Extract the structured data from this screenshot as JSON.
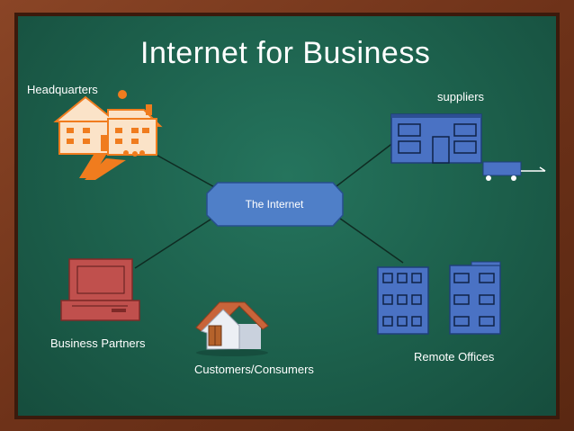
{
  "slide": {
    "title": "Internet for Business",
    "center_node": "The  Internet",
    "labels": {
      "headquarters": "Headquarters",
      "suppliers": "suppliers",
      "business_partners": "Business Partners",
      "customers": "Customers/Consumers",
      "remote_offices": "Remote Offices"
    }
  },
  "colors": {
    "board": "#1c5f4b",
    "frame": "#7a3a1e",
    "node_fill": "#4f7fc8",
    "building_blue": "#4a72c4",
    "house_orange": "#f07c1e",
    "computer_red": "#c0504d"
  }
}
